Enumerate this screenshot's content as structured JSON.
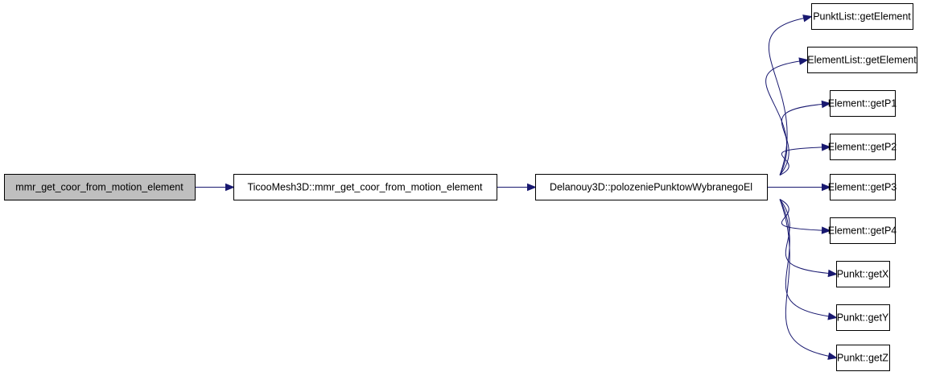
{
  "graph": {
    "type": "call-graph",
    "root_fill": "#bfbfbf",
    "node_fill": "#ffffff",
    "edge_color": "#191970",
    "nodes": [
      {
        "id": "root",
        "label": "mmr_get_coor_from_motion_element",
        "highlighted": true
      },
      {
        "id": "ticoo",
        "label": "TicooMesh3D::mmr_get_coor_from_motion_element",
        "highlighted": false
      },
      {
        "id": "delan",
        "label": "Delanouy3D::polozeniePunktowWybranegoEl",
        "highlighted": false
      },
      {
        "id": "pl",
        "label": "PunktList::getElement",
        "highlighted": false
      },
      {
        "id": "el",
        "label": "ElementList::getElement",
        "highlighted": false
      },
      {
        "id": "p1",
        "label": "Element::getP1",
        "highlighted": false
      },
      {
        "id": "p2",
        "label": "Element::getP2",
        "highlighted": false
      },
      {
        "id": "p3",
        "label": "Element::getP3",
        "highlighted": false
      },
      {
        "id": "p4",
        "label": "Element::getP4",
        "highlighted": false
      },
      {
        "id": "gx",
        "label": "Punkt::getX",
        "highlighted": false
      },
      {
        "id": "gy",
        "label": "Punkt::getY",
        "highlighted": false
      },
      {
        "id": "gz",
        "label": "Punkt::getZ",
        "highlighted": false
      }
    ],
    "edges": [
      {
        "from": "root",
        "to": "ticoo"
      },
      {
        "from": "ticoo",
        "to": "delan"
      },
      {
        "from": "delan",
        "to": "pl"
      },
      {
        "from": "delan",
        "to": "el"
      },
      {
        "from": "delan",
        "to": "p1"
      },
      {
        "from": "delan",
        "to": "p2"
      },
      {
        "from": "delan",
        "to": "p3"
      },
      {
        "from": "delan",
        "to": "p4"
      },
      {
        "from": "delan",
        "to": "gx"
      },
      {
        "from": "delan",
        "to": "gy"
      },
      {
        "from": "delan",
        "to": "gz"
      }
    ]
  }
}
